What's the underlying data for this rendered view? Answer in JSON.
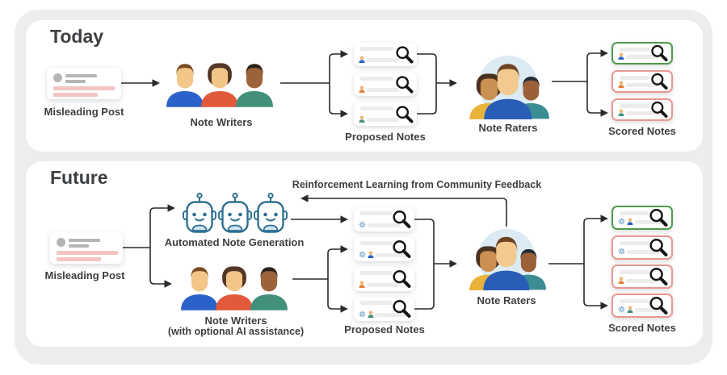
{
  "panels": {
    "today": {
      "title": "Today",
      "labels": {
        "misleading_post": "Misleading Post",
        "note_writers": "Note Writers",
        "proposed_notes": "Proposed Notes",
        "note_raters": "Note Raters",
        "scored_notes": "Scored Notes"
      },
      "proposed_notes": [
        {
          "authors": [
            "human-blue"
          ]
        },
        {
          "authors": [
            "human-orange"
          ]
        },
        {
          "authors": [
            "human-green"
          ]
        }
      ],
      "scored_notes": [
        {
          "rating": "helpful",
          "authors": [
            "human-blue"
          ]
        },
        {
          "rating": "not_helpful",
          "authors": [
            "human-orange"
          ]
        },
        {
          "rating": "not_helpful",
          "authors": [
            "human-green"
          ]
        }
      ]
    },
    "future": {
      "title": "Future",
      "feedback_loop_label": "Reinforcement Learning from Community Feedback",
      "labels": {
        "misleading_post": "Misleading Post",
        "automated_note_generation": "Automated Note Generation",
        "note_writers": "Note Writers",
        "note_writers_sub": "(with optional AI assistance)",
        "proposed_notes": "Proposed Notes",
        "note_raters": "Note Raters",
        "scored_notes": "Scored Notes"
      },
      "proposed_notes": [
        {
          "authors": [
            "robot"
          ]
        },
        {
          "authors": [
            "robot",
            "human-blue"
          ]
        },
        {
          "authors": [
            "human-orange"
          ]
        },
        {
          "authors": [
            "robot",
            "human-green"
          ]
        }
      ],
      "scored_notes": [
        {
          "rating": "helpful",
          "authors": [
            "robot",
            "human-blue"
          ]
        },
        {
          "rating": "not_helpful",
          "authors": [
            "robot"
          ]
        },
        {
          "rating": "not_helpful",
          "authors": [
            "human-orange"
          ]
        },
        {
          "rating": "not_helpful",
          "authors": [
            "robot",
            "human-green"
          ]
        }
      ]
    }
  },
  "colors": {
    "outer_background": "#ededed",
    "panel_background": "#ffffff",
    "label_text": "#3d4043",
    "arrow": "#2a2a2a",
    "helpful_note_border": "#4e9b4b",
    "not_helpful_note_border": "#e89793",
    "post_highlight_pink": "#f3c5c3",
    "robot_outline": "#2f7092",
    "raters_background": "#dcebf3"
  }
}
